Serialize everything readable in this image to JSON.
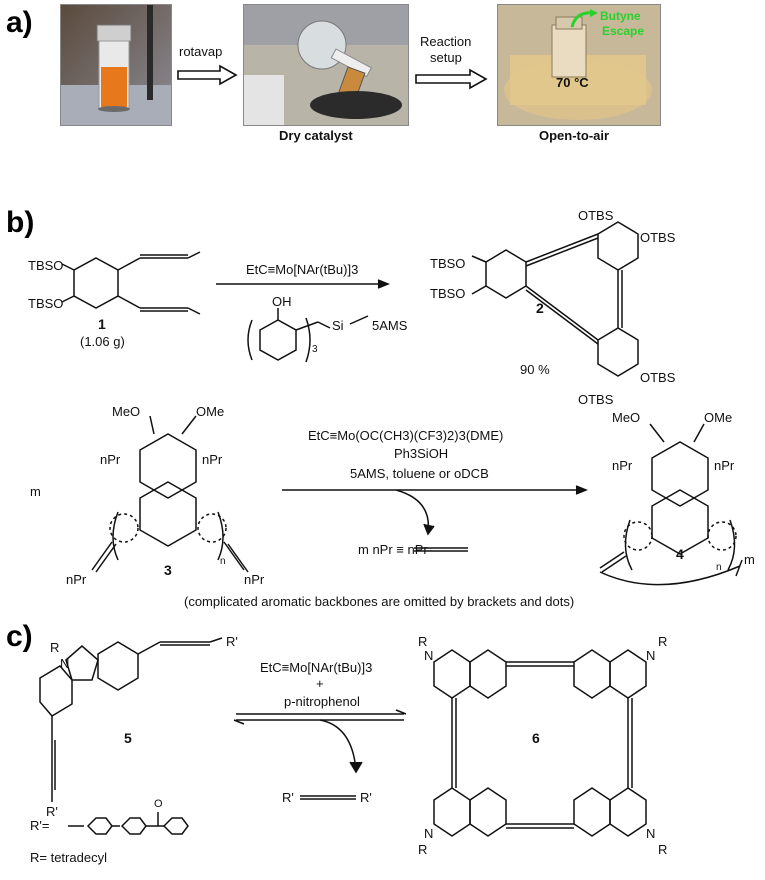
{
  "panel_a": {
    "label": "a)",
    "photo1": {
      "caption": ""
    },
    "arrow1_label": "rotavap",
    "photo2": {
      "caption": "Dry catalyst"
    },
    "arrow2_label_line1": "Reaction",
    "arrow2_label_line2": "setup",
    "photo3": {
      "caption": "Open-to-air",
      "temp": "70 °C",
      "annot_line1": "Butyne",
      "annot_line2": "Escape"
    },
    "colors": {
      "butyne_annot": "#2bd12b"
    }
  },
  "panel_b": {
    "label": "b)",
    "reagent_top": "EtC≡Mo[NAr(tBu)]3",
    "ligand_label": "5AMS",
    "ligand_oh": "OH",
    "ligand_si": "Si",
    "ligand_sub": "3",
    "compound1_number": "1",
    "compound1_mass": "(1.06 g)",
    "compound2_number": "2",
    "yield": "90 %",
    "otbs": "OTBS",
    "tbso": "TBSO",
    "reagent_bottom_1": "EtC≡Mo(OC(CH3)(CF3)2)3(DME)",
    "reagent_bottom_2": "Ph3SiOH",
    "reagent_bottom_3": "5AMS, toluene or oDCB",
    "byproduct": "m nPr ≡ nPr",
    "m_label": "m",
    "compound3_number": "3",
    "compound4_number": "4",
    "meo": "MeO",
    "ome": "OMe",
    "npr": "nPr",
    "n_sub": "n",
    "m_sub": "m",
    "note": "(complicated aromatic backbones are omitted by brackets and dots)"
  },
  "panel_c": {
    "label": "c)",
    "compound5_number": "5",
    "compound6_number": "6",
    "reagent_1": "EtC≡Mo[NAr(tBu)]3",
    "reagent_plus": "+",
    "reagent_2": "p-nitrophenol",
    "byproduct": "R' ≡ R'",
    "r_label": "R",
    "rprime_label": "R'",
    "n_label": "N",
    "rprime_def": "R'=",
    "r_def": "R= tetradecyl",
    "carbonyl_o": "O"
  }
}
